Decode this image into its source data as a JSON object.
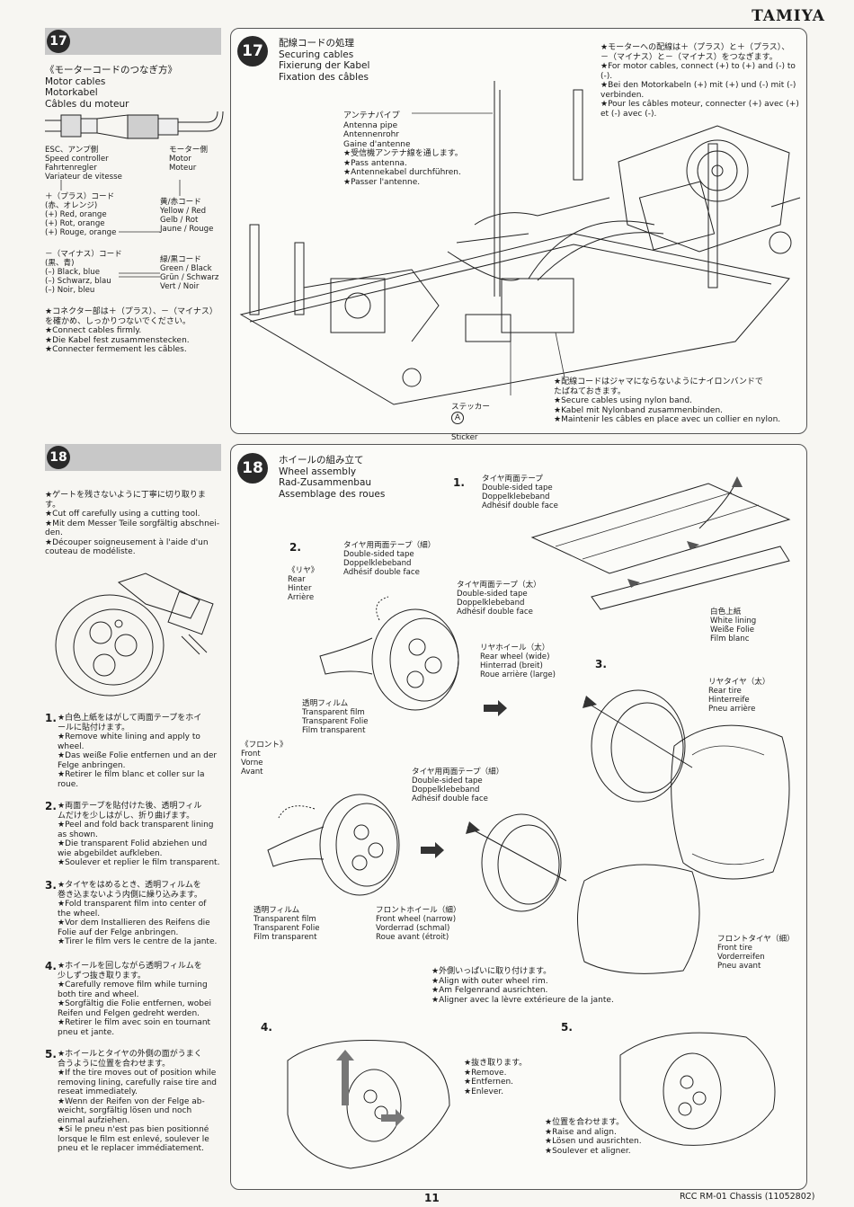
{
  "header": {
    "brand": "TAMIYA"
  },
  "step17": {
    "number": "17",
    "motor_title": "《モーターコードのつなぎ方》\nMotor cables\nMotorkabel\nCâbles du moteur",
    "esc_label": "ESC、アンプ側\nSpeed controller\nFahrtenregler\nVariateur de vitesse",
    "motor_side_label": "モーター側\nMotor\nMoteur",
    "plus_label": "＋（プラス）コード\n(赤、オレンジ)\n(+) Red, orange\n(+) Rot, orange\n(+) Rouge, orange",
    "yellow_label": "黄/赤コード\nYellow / Red\nGelb / Rot\nJaune / Rouge",
    "minus_label": "－（マイナス）コード\n(黒、青)\n(–) Black, blue\n(–) Schwarz, blau\n(–) Noir, bleu",
    "green_label": "緑/黒コード\nGreen / Black\nGrün / Schwarz\nVert / Noir",
    "connector_note": "★コネクター部は＋（プラス）、－（マイナス）\nを確かめ、しっかりつないでください。\n★Connect cables firmly.\n★Die Kabel fest zusammenstecken.\n★Connecter fermement les câbles.",
    "panel_title": "配線コードの処理\nSecuring cables\nFixierung der Kabel\nFixation des câbles",
    "motor_cable_note": "★モーターへの配線は＋（プラス）と＋（プラス）、\n－（マイナス）と－（マイナス）をつなぎます。\n★For motor cables, connect (+) to (+) and (-) to (-).\n★Bei den Motorkabeln (+) mit (+) und (-) mit (-)\nverbinden.\n★Pour les câbles moteur, connecter (+) avec (+)\net (-) avec (-).",
    "antenna_label": "アンテナパイプ\nAntenna pipe\nAntennenrohr\nGaine d'antenne\n★受信機アンテナ線を通します。\n★Pass antenna.\n★Antennekabel durchführen.\n★Passer l'antenne.",
    "sticker_jp": "ステッカー",
    "sticker_letter": "A",
    "sticker_en": "Sticker",
    "nylon_note": "★配線コードはジャマにならないようにナイロンバンドで\nたばねておきます。\n★Secure cables using nylon band.\n★Kabel mit Nylonband zusammenbinden.\n★Maintenir les câbles en place avec un collier en nylon."
  },
  "step18": {
    "number": "18",
    "gate_note": "★ゲートを残さないように丁寧に切り取りま\nす。\n★Cut off carefully using a cutting tool.\n★Mit dem Messer Teile sorgfältig abschnei-\nden.\n★Découper soigneusement à l'aide d'un\ncouteau de modéliste.",
    "panel_title": "ホイールの組み立て\nWheel assembly\nRad-Zusammenbau\nAssemblage des roues",
    "instructions": [
      {
        "n": "1.",
        "text": "★白色上紙をはがして両面テープをホイ\nールに貼付けます。\n★Remove white lining and apply to\nwheel.\n★Das weiße Folie entfernen und an der\nFelge anbringen.\n★Retirer le film blanc et coller sur la\nroue."
      },
      {
        "n": "2.",
        "text": "★両面テープを貼付けた後、透明フィル\nムだけを少しはがし、折り曲げます。\n★Peel and fold back transparent lining\nas shown.\n★Die transparent Folid abziehen und\nwie abgebildet aufkleben.\n★Soulever et replier le film transparent."
      },
      {
        "n": "3.",
        "text": "★タイヤをはめるとき、透明フィルムを\n巻き込まないよう内側に繰り込みます。\n★Fold transparent film into center of\nthe wheel.\n★Vor dem Installieren des Reifens die\nFolie auf der Felge anbringen.\n★Tirer le film vers le centre de la jante."
      },
      {
        "n": "4.",
        "text": "★ホイールを回しながら透明フィルムを\n少しずつ抜き取ります。\n★Carefully remove film while turning\nboth tire and wheel.\n★Sorgfältig die Folie entfernen, wobei\nReifen und Felgen gedreht werden.\n★Retirer le film avec soin en tournant\npneu et jante."
      },
      {
        "n": "5.",
        "text": "★ホイールとタイヤの外側の面がうまく\n合うように位置を合わせます。\n★If the tire moves out of position while\nremoving lining, carefully raise tire and\nreseat immediately.\n★Wenn der Reifen von der Felge ab-\nweicht, sorgfältig lösen und noch\neinmal aufziehen.\n★Si le pneu n'est pas bien positionné\nlorsque le film est enlevé, soulever le\npneu et le replacer immédiatement."
      }
    ],
    "sub1": "1.",
    "sub2": "2.",
    "sub3": "3.",
    "sub4": "4.",
    "sub5": "5.",
    "tape1": "タイヤ両面テープ\nDouble-sided tape\nDoppelklebeband\nAdhésif double face",
    "white_lining": "白色上紙\nWhite lining\nWeiße Folie\nFilm blanc",
    "rear_label": "《リヤ》\nRear\nHinter\nArrière",
    "tape_narrow": "タイヤ用両面テープ（細）\nDouble-sided tape\nDoppelklebeband\nAdhésif double face",
    "tape_wide": "タイヤ両面テープ（太）\nDouble-sided tape\nDoppelklebeband\nAdhésif double face",
    "rear_wheel": "リヤホイール（太）\nRear wheel (wide)\nHinterrad (breit)\nRoue arrière (large)",
    "film1": "透明フィルム\nTransparent film\nTransparent Folie\nFilm transparent",
    "rear_tire": "リヤタイヤ（太）\nRear tire\nHinterreife\nPneu arrière",
    "front_label": "《フロント》\nFront\nVorne\nAvant",
    "tape_narrow2": "タイヤ用両面テープ（細）\nDouble-sided tape\nDoppelklebeband\nAdhésif double face",
    "film2": "透明フィルム\nTransparent film\nTransparent Folie\nFilm transparent",
    "front_wheel": "フロントホイール（細）\nFront wheel (narrow)\nVorderrad (schmal)\nRoue avant (étroit)",
    "front_tire": "フロントタイヤ（細）\nFront tire\nVorderreifen\nPneu avant",
    "align_note": "★外側いっぱいに取り付けます。\n★Align with outer wheel rim.\n★Am Felgenrand ausrichten.\n★Aligner avec la lèvre extérieure de la jante.",
    "remove_note": "★抜き取ります。\n★Remove.\n★Entfernen.\n★Enlever.",
    "raise_note": "★位置を合わせます。\n★Raise and align.\n★Lösen und ausrichten.\n★Soulever et aligner."
  },
  "footer": {
    "page": "11",
    "model": "RCC RM-01 Chassis (11052802)"
  }
}
